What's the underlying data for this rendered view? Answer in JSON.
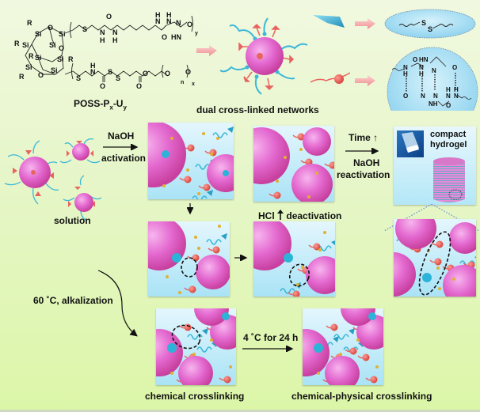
{
  "figure": {
    "polymer": {
      "name": "POSS-P",
      "sub_x": "x",
      "dash": "-U",
      "sub_y": "y",
      "chem_labels": {
        "R": "R",
        "Si": "Si",
        "O": "O",
        "S": "S",
        "N": "N",
        "H": "H",
        "HN": "HN",
        "n": "n",
        "x": "x",
        "y": "y"
      }
    },
    "network_title": "dual cross-linked networks",
    "disulfide_bond": {
      "left_S": "S",
      "right_S": "S"
    },
    "upy_dimer": {
      "O": "O",
      "N": "N",
      "H": "H",
      "HN": "HN",
      "NH": "NH"
    },
    "steps": {
      "solution": "solution",
      "naoh": "NaOH",
      "activation": "activation",
      "hcl": "HCl",
      "deactivation": "deactivation",
      "time": "Time",
      "time_arrow": "↑",
      "naoh_re": "NaOH",
      "reactivation": "reactivation",
      "compact": "compact",
      "hydrogel": "hydrogel",
      "alkalization": "60 ˚C, alkalization",
      "cooling": "4 ˚C for 24 h",
      "chemical": "chemical crosslinking",
      "chem_phys": "chemical-physical crosslinking"
    },
    "colors": {
      "background": "#e6f6c8",
      "sphere": "#e05fc8",
      "arm_blue": "#3bb8d8",
      "arm_red": "#e8645e",
      "dot_gold": "#e0b030",
      "panel_bg": "#a9e3f6",
      "arrow_pink": "#f3a3a3"
    }
  }
}
